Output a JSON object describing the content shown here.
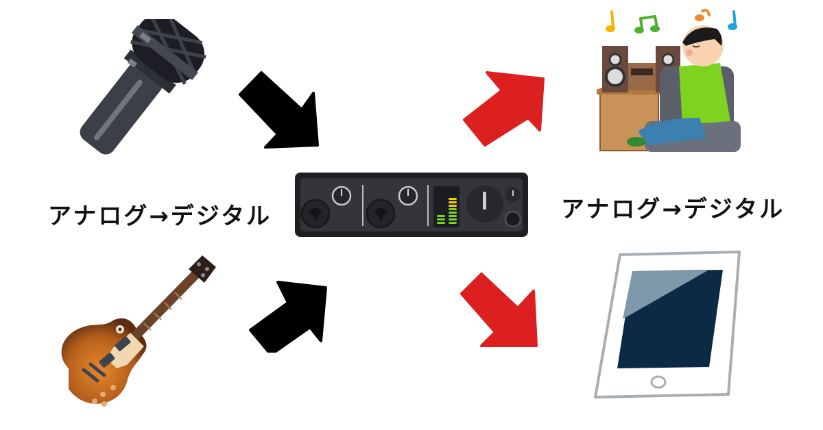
{
  "diagram": {
    "left_label": "アナログ→デジタル",
    "right_label": "アナログ→デジタル",
    "inputs": [
      {
        "name": "microphone",
        "icon": "microphone-icon"
      },
      {
        "name": "electric guitar",
        "icon": "guitar-icon"
      }
    ],
    "hub": {
      "name": "audio interface",
      "icon": "audio-interface-icon"
    },
    "outputs": [
      {
        "name": "listening to music on stereo",
        "icon": "listening-music-icon"
      },
      {
        "name": "tablet",
        "icon": "tablet-icon"
      }
    ],
    "arrows": {
      "input_color": "#000000",
      "output_color": "#dc1f1f"
    }
  }
}
